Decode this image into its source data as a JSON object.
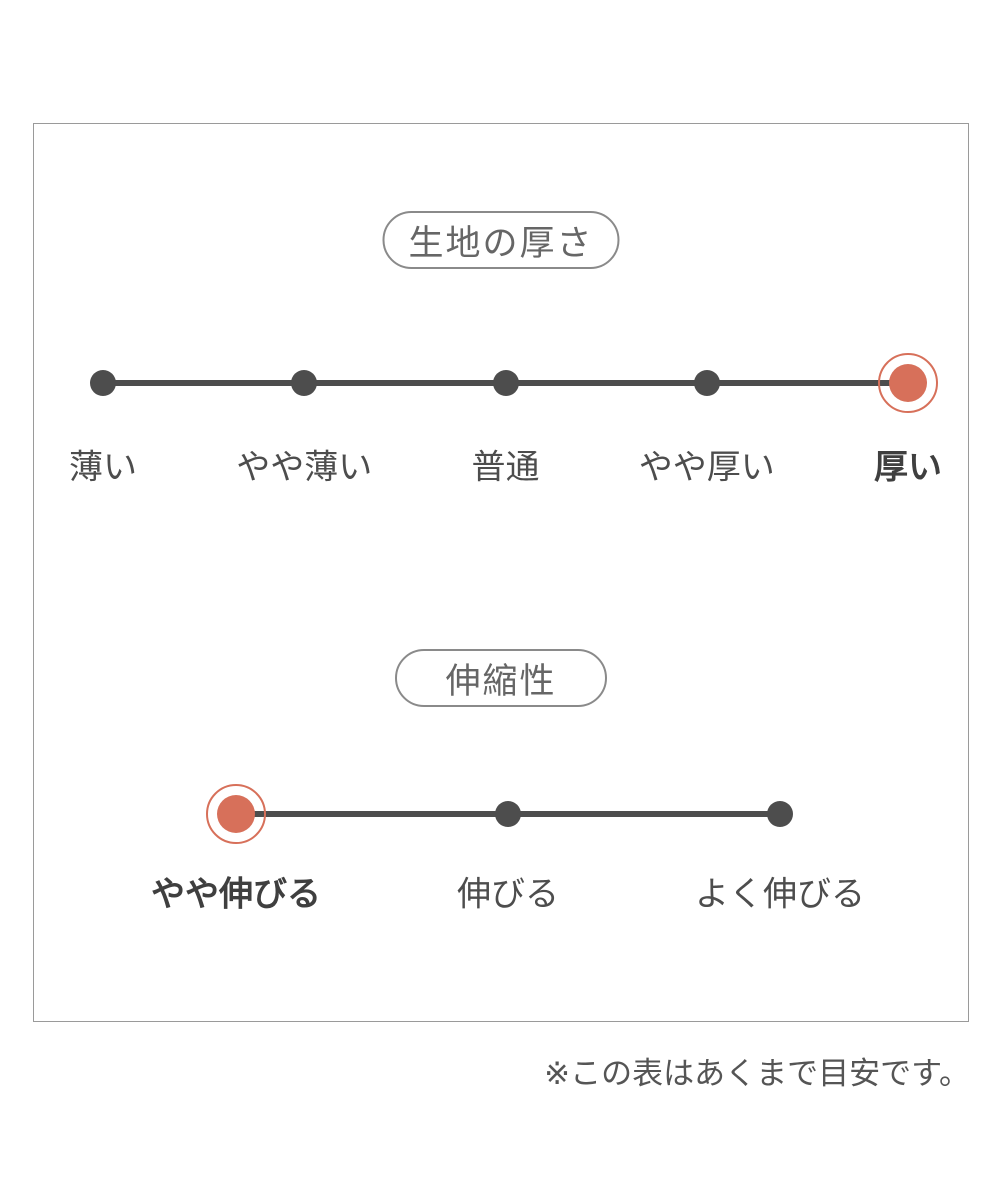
{
  "colors": {
    "accent": "#d7705a",
    "line": "#4d4d4d",
    "label": "#4d4d4d",
    "pill_border": "#8a8a8a",
    "pill_text": "#666666",
    "frame_border": "#9a9a9a",
    "note_text": "#555555"
  },
  "scales": [
    {
      "title": "生地の厚さ",
      "labels": [
        "薄い",
        "やや薄い",
        "普通",
        "やや厚い",
        "厚い"
      ],
      "selected_index": 4,
      "selected_label": "厚い"
    },
    {
      "title": "伸縮性",
      "labels": [
        "やや伸びる",
        "伸びる",
        "よく伸びる"
      ],
      "selected_index": 0,
      "selected_label": "やや伸びる"
    }
  ],
  "page": {
    "note": "※この表はあくまで目安です。"
  }
}
